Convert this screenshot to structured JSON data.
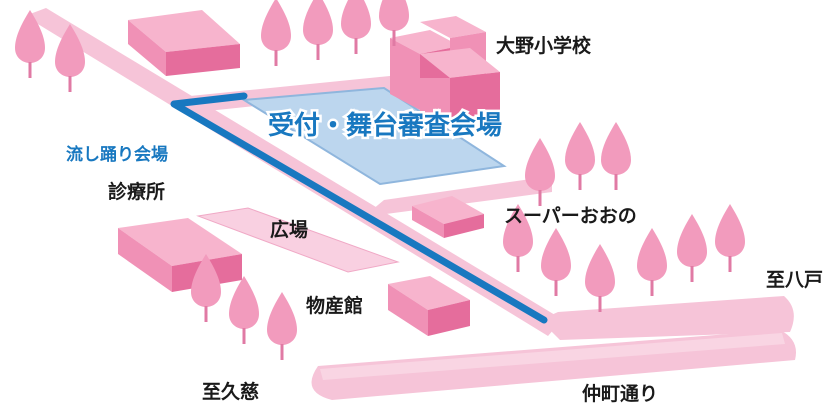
{
  "labels": {
    "school": "大野小学校",
    "main_venue": "受付・舞台審査会場",
    "dance_venue": "流し踊り会場",
    "clinic": "診療所",
    "plaza": "広場",
    "supermarket": "スーパーおおの",
    "hachinohe": "至八戸",
    "products_hall": "物産館",
    "kuji": "至久慈",
    "nakamachi": "仲町通り"
  },
  "colors": {
    "road": "#f6c4d8",
    "road_edge": "#eea7c4",
    "building_top": "#f7b4cd",
    "building_left": "#f091b6",
    "building_right": "#e56d9c",
    "tree": "#f29bbd",
    "venue": "#bcd6ee",
    "venue_edge": "#8fb6dd",
    "route": "#1878c0",
    "title_text": "#1878c0",
    "label_text": "#1a1a1a"
  },
  "icons": {
    "tree": "tree-icon",
    "building": "building-block"
  }
}
